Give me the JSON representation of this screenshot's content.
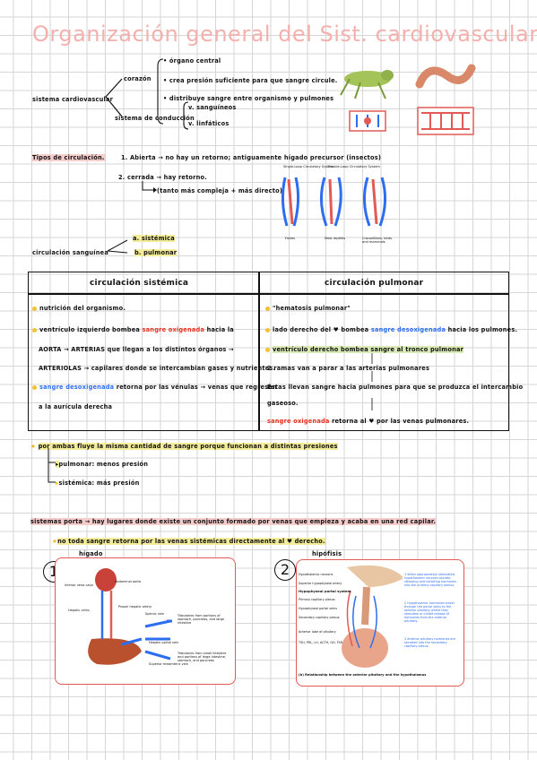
{
  "title": "Organización general del Sist. cardiovascular.",
  "tree": {
    "root": "sistema cardiovascular",
    "corazon": "corazón",
    "corazon_items": [
      "órgano central",
      "crea presión suficiente para que sangre circule.",
      "distribuye sangre entre organismo y pulmones"
    ],
    "conduccion": "sistema de conducción",
    "conduccion_items": [
      "v. sanguíneos",
      "v. linfáticos"
    ]
  },
  "tipos": {
    "label": "Tipos de circulación.",
    "abierta": "1. Abierta → no hay un retorno; antiguamente hígado precursor (insectos)",
    "cerrada": "2. cerrada → hay retorno.",
    "cerrada_note": "(tanto más compleja + más directo)."
  },
  "circ_sang": {
    "label": "circulación sanguínea",
    "a": "a. sistémica",
    "b": "b. pulmonar"
  },
  "diagram_labels": {
    "single": "Single-Loop Circulatory System",
    "double": "Double-Loop Circulatory System",
    "fishes": "Fishes",
    "reptiles": "Most reptiles",
    "crocs": "Crocodilians, birds and mammals"
  },
  "table": {
    "h_left": "circulación sistémica",
    "h_right": "circulación pulmonar",
    "l1": "nutrición del organismo.",
    "l2a": "ventrículo izquierdo bombea",
    "l2b": "sangre oxigenada",
    "l2c": "hacia la",
    "l3": "AORTA → ARTERIAS que llegan a los distintos órganos →",
    "l4": "ARTERIOLAS → capilares donde se intercambian gases y nutrientes.",
    "l5a": "sangre desoxigenada",
    "l5b": "retorna por las vénulas → venas que regresan",
    "l6": "a la aurícula derecha",
    "r1": "\"hematosis pulmonar\"",
    "r2a": "lado derecho del ♥ bombea",
    "r2b": "sangre desoxigenada",
    "r2c": "hacia los pulmones.",
    "r3": "ventrículo derecho bombea sangre al tronco pulmonar",
    "r4": "2 ramas van a parar a las arterias pulmonares",
    "r5": "Éstas llevan sangre hacia pulmones para que se produzca el intercambio",
    "r6": "gaseoso.",
    "r7a": "sangre oxigenada",
    "r7b": "retorna al ♥ por las venas pulmonares."
  },
  "note": {
    "main": "por ambas fluye la misma cantidad de sangre porque funcionan a distintas presiones",
    "pulm": "pulmonar: menos presión",
    "sist": "sistémica: más presión"
  },
  "portal": {
    "main": "sistemas porta → hay lugares donde existe un conjunto formado por venas que empieza y acaba en una red capilar.",
    "sub": "no toda sangre retorna por las venas sistémicas directamente al ♥ derecho."
  },
  "fig1": {
    "num": "1",
    "caption": "hígado",
    "labels": [
      "Inferior vena cava",
      "Abdominal aorta",
      "Hepatic veins",
      "Proper hepatic artery",
      "Splenic vein",
      "Tributaries from portions of stomach, pancreas, and large intestine",
      "Hepatic portal vein",
      "Superior mesenteric vein",
      "Tributaries from small intestine and portions of large intestine, stomach, and pancreas"
    ]
  },
  "fig2": {
    "num": "2",
    "caption": "hipófisis",
    "labels": [
      "Hypothalamic neurons",
      "Superior hypophyseal artery",
      "Hypophyseal portal system",
      "Primary capillary plexus",
      "Hypophyseal portal veins",
      "Secondary capillary plexus",
      "Anterior lobe of pituitary",
      "TSH, PRL, LH, ACTH, GH, FSH"
    ],
    "callouts": [
      "1 When appropriately stimulated, hypothalamic neurons secrete releasing and inhibiting hormones into the primary capillary plexus.",
      "2 Hypothalamic hormones travel through the portal veins to the anterior pituitary where they stimulate or inhibit release of hormones from the anterior pituitary.",
      "3 Anterior pituitary hormones are secreted into the secondary capillary plexus."
    ],
    "bottom": "(b) Relationship between the anterior pituitary and the hypothalamus"
  },
  "colors": {
    "grid": "#d6d6d6",
    "title": "#f4b0ad",
    "accent_red": "#e8311f",
    "accent_blue": "#2d6df0",
    "highlight_yellow": "#f3ec9a",
    "highlight_pink": "#f6cdcd",
    "fig_border": "#e25a55"
  }
}
